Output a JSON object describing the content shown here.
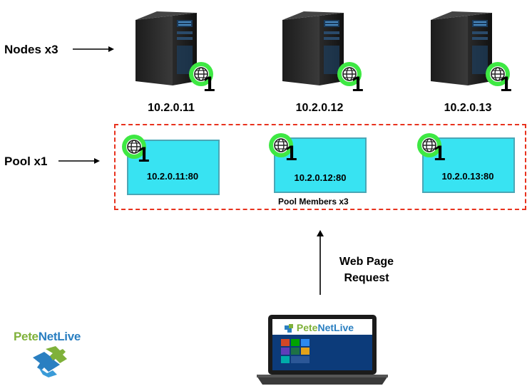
{
  "labels": {
    "nodes": "Nodes x3",
    "pool": "Pool x1",
    "pool_members": "Pool Members x3",
    "web_request_line1": "Web Page",
    "web_request_line2": "Request"
  },
  "nodes": [
    {
      "ip": "10.2.0.11",
      "badge": "1"
    },
    {
      "ip": "10.2.0.12",
      "badge": "1"
    },
    {
      "ip": "10.2.0.13",
      "badge": "1"
    }
  ],
  "members": [
    {
      "address": "10.2.0.11:80",
      "badge": "1"
    },
    {
      "address": "10.2.0.12:80",
      "badge": "1"
    },
    {
      "address": "10.2.0.13:80",
      "badge": "1"
    }
  ],
  "logo": {
    "part1": "Pete",
    "part2": "NetLive"
  },
  "laptop_logo": {
    "part1": "Pete",
    "part2": "NetLive"
  },
  "colors": {
    "pool_border": "#e8321e",
    "member_fill": "#38e3f2",
    "globe_green": "#3ee843",
    "logo_green": "#7fb13a",
    "logo_blue": "#2a7fc1"
  },
  "icons": {
    "server": "server-tower-icon",
    "globe": "globe-icon",
    "laptop": "laptop-icon",
    "puzzle": "puzzle-logo-icon"
  }
}
